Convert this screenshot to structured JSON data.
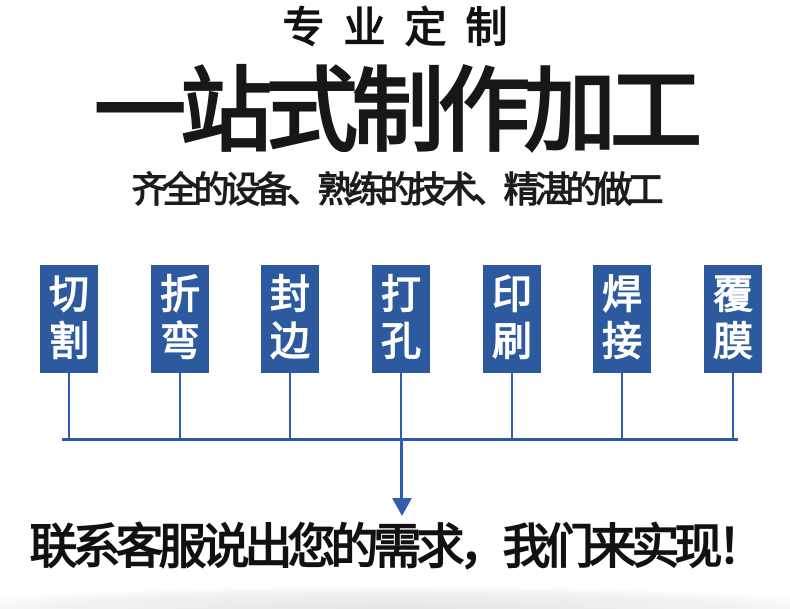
{
  "page": {
    "background": "#ffffff",
    "box_blue": "#2d5a9e",
    "line_blue": "#2e5fae",
    "text_black": "#111111"
  },
  "header": {
    "kicker": "专业定制",
    "title": "一站式制作加工",
    "subtitle": "齐全的设备、熟练的技术、精湛的做工"
  },
  "process": {
    "items": [
      {
        "label": "切割"
      },
      {
        "label": "折弯"
      },
      {
        "label": "封边"
      },
      {
        "label": "打孔"
      },
      {
        "label": "印刷"
      },
      {
        "label": "焊接"
      },
      {
        "label": "覆膜"
      }
    ]
  },
  "footer": {
    "cta": "联系客服说出您的需求，我们来实现！"
  }
}
